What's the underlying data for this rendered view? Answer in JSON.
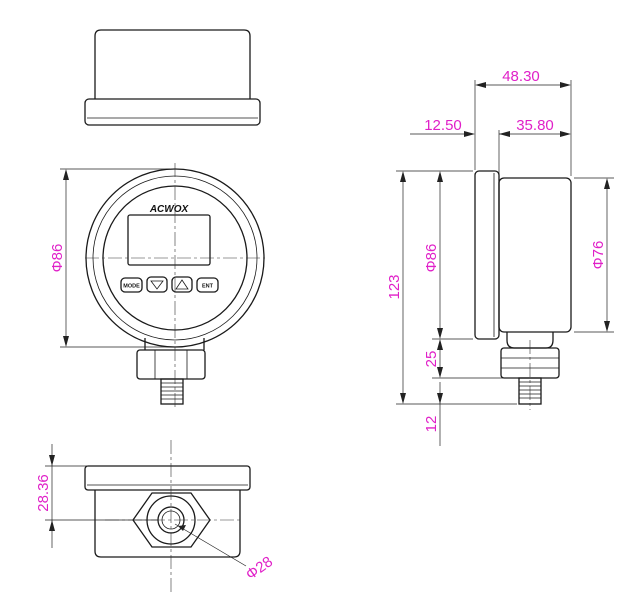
{
  "colors": {
    "line": "#1a1a1a",
    "dimension_text": "#e020c8",
    "background": "#ffffff"
  },
  "device": {
    "brand": "ACWOX",
    "buttons": {
      "mode": "MODE",
      "down": "▽",
      "up": "△",
      "ent": "ENT"
    }
  },
  "dimensions": {
    "front_diameter": "Φ86",
    "bottom_height": "28.36",
    "fitting_diameter": "Φ28",
    "side_total_depth": "48.30",
    "side_bezel_depth": "12.50",
    "side_body_depth": "35.80",
    "side_total_height": "123",
    "side_face_diameter": "Φ86",
    "side_body_diameter": "Φ76",
    "side_hex_height": "25",
    "side_thread_height": "12"
  }
}
